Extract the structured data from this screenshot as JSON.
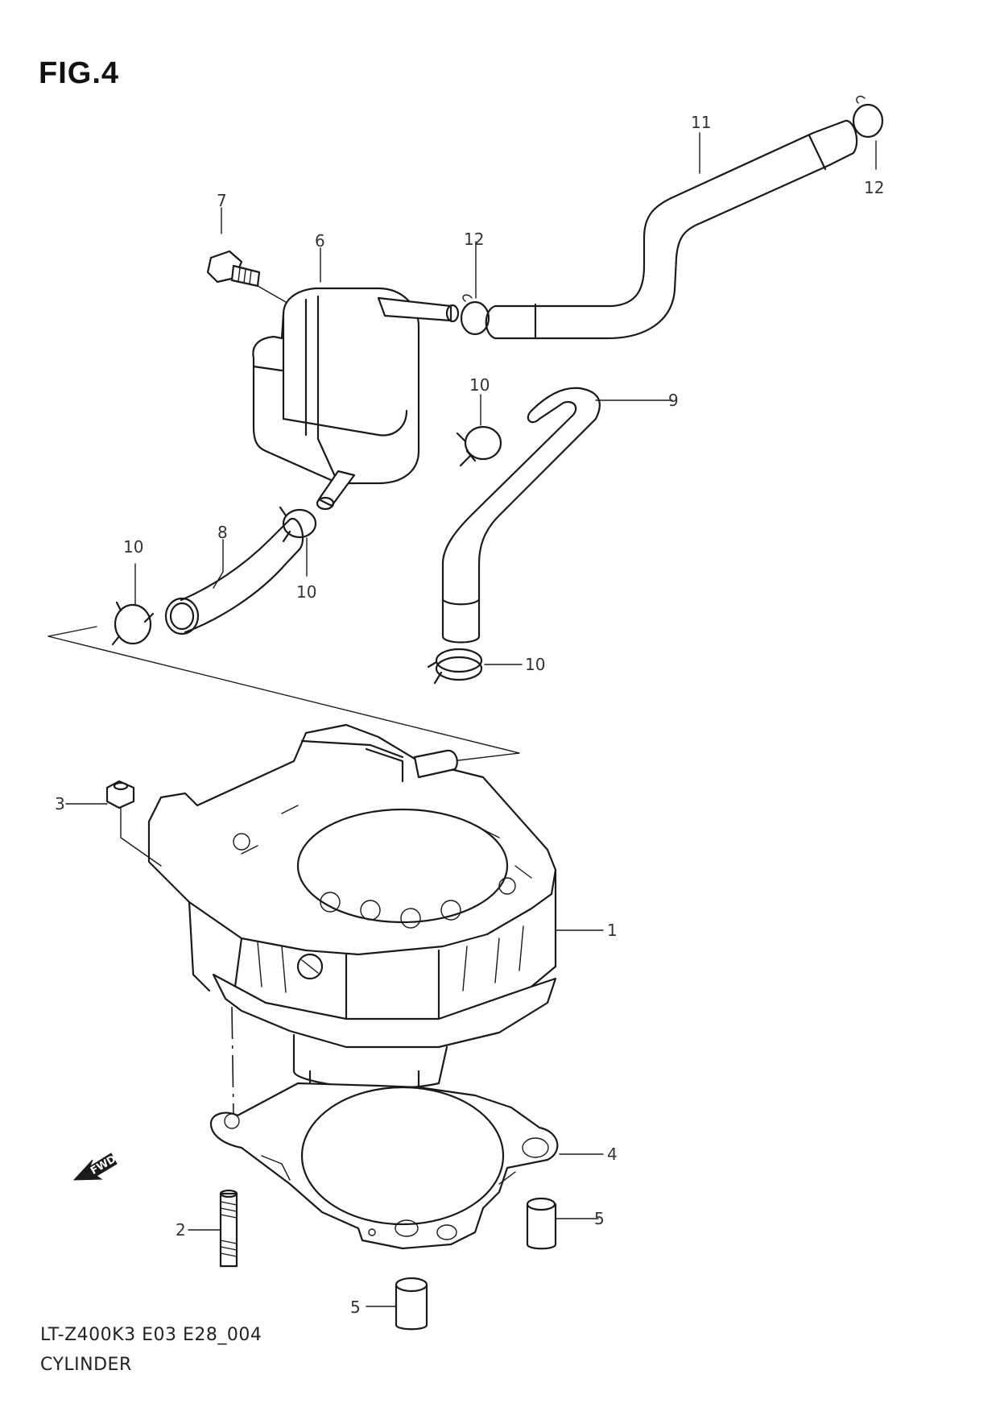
{
  "figure": {
    "title": "FIG.4",
    "model_code": "LT-Z400K3 E03 E28_004",
    "caption": "CYLINDER"
  },
  "direction_badge": {
    "label": "FWD"
  },
  "callouts": [
    {
      "id": "c1",
      "label": "1"
    },
    {
      "id": "c2",
      "label": "2"
    },
    {
      "id": "c3",
      "label": "3"
    },
    {
      "id": "c4",
      "label": "4"
    },
    {
      "id": "c5a",
      "label": "5"
    },
    {
      "id": "c5b",
      "label": "5"
    },
    {
      "id": "c6",
      "label": "6"
    },
    {
      "id": "c7",
      "label": "7"
    },
    {
      "id": "c8",
      "label": "8"
    },
    {
      "id": "c9",
      "label": "9"
    },
    {
      "id": "c10a",
      "label": "10"
    },
    {
      "id": "c10b",
      "label": "10"
    },
    {
      "id": "c10c",
      "label": "10"
    },
    {
      "id": "c10d",
      "label": "10"
    },
    {
      "id": "c11",
      "label": "11"
    },
    {
      "id": "c12a",
      "label": "12"
    },
    {
      "id": "c12b",
      "label": "12"
    }
  ]
}
